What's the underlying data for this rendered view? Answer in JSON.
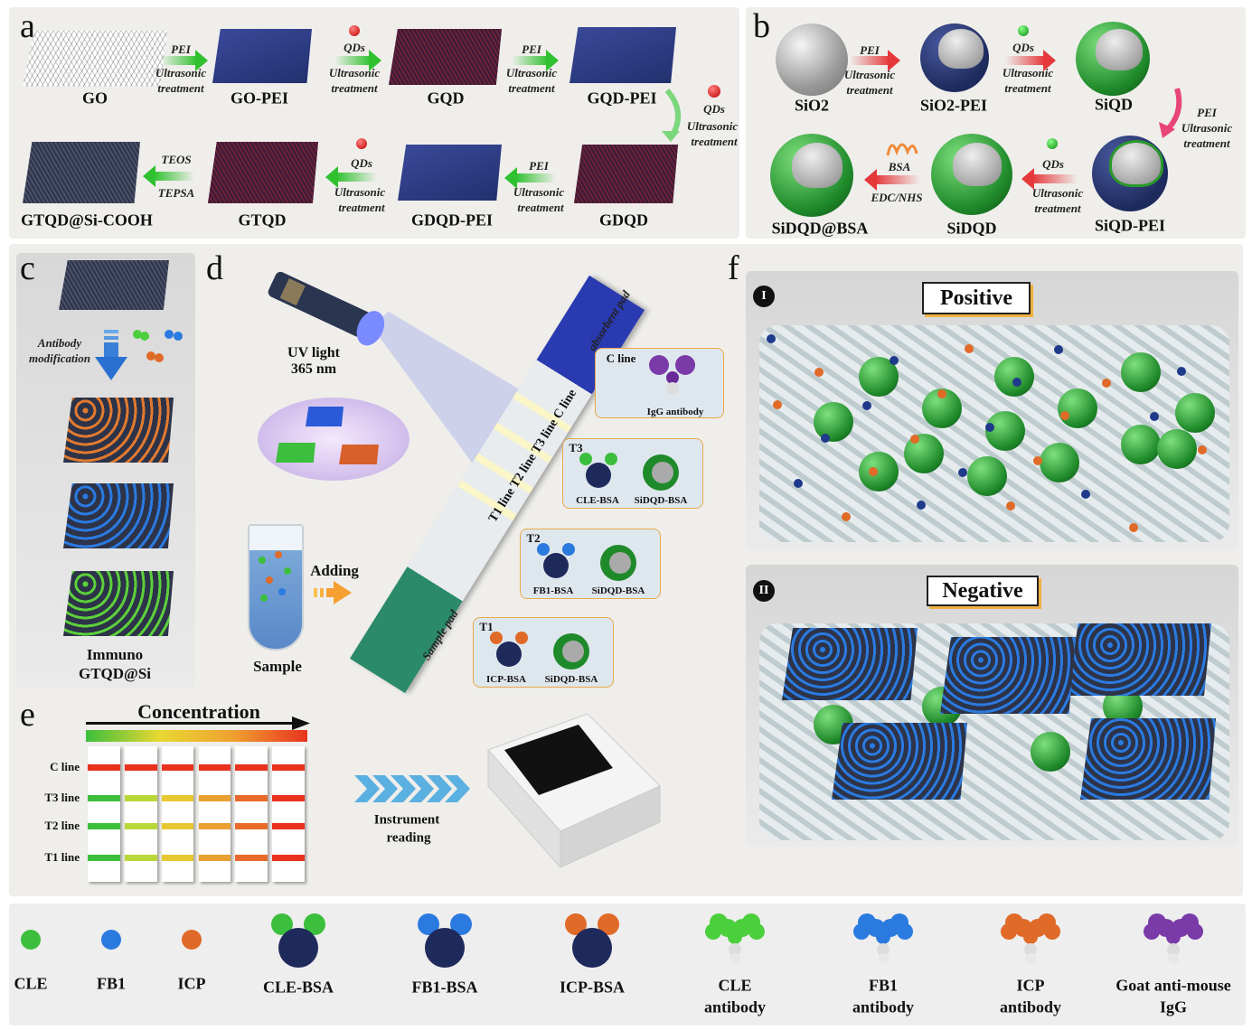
{
  "panel_a": {
    "letter": "a",
    "row1": [
      "GO",
      "GO-PEI",
      "GQD",
      "GQD-PEI"
    ],
    "row2": [
      "GTQD@Si-COOH",
      "GTQD",
      "GDQD-PEI",
      "GDQD"
    ],
    "step_pei": "PEI",
    "step_qds": "QDs",
    "ultrasonic": "Ultrasonic",
    "treatment": "treatment",
    "teos": "TEOS",
    "tepsa": "TEPSA"
  },
  "panel_b": {
    "letter": "b",
    "row1": [
      "SiO2",
      "SiO2-PEI",
      "SiQD"
    ],
    "row2": [
      "SiDQD@BSA",
      "SiDQD",
      "SiQD-PEI"
    ],
    "pei": "PEI",
    "qds": "QDs",
    "ultrasonic": "Ultrasonic",
    "treatment": "treatment",
    "bsa": "BSA",
    "edc": "EDC/NHS"
  },
  "panel_c": {
    "letter": "c",
    "step1": "Antibody",
    "step2": "modification",
    "label1": "Immuno",
    "label2": "GTQD@Si"
  },
  "panel_d": {
    "letter": "d",
    "uv1": "UV light",
    "uv2": "365 nm",
    "adding": "Adding",
    "sample": "Sample",
    "absorbent_pad": "absorbent pad",
    "sample_pad": "Sample pad",
    "strip_lines": "T1 line  T2 line  T3 line  C line",
    "c_box": {
      "title": "C line",
      "item": "IgG antibody"
    },
    "t3_box": {
      "title": "T3",
      "a": "CLE-BSA",
      "b": "SiDQD-BSA"
    },
    "t2_box": {
      "title": "T2",
      "a": "FB1-BSA",
      "b": "SiDQD-BSA"
    },
    "t1_box": {
      "title": "T1",
      "a": "ICP-BSA",
      "b": "SiDQD-BSA"
    }
  },
  "panel_e": {
    "letter": "e",
    "title": "Concentration",
    "rows": [
      "C line",
      "T3 line",
      "T2 line",
      "T1 line"
    ],
    "reading1": "Instrument",
    "reading2": "reading",
    "colors": {
      "c": [
        "#e8321e",
        "#e8321e",
        "#e8321e",
        "#e8321e",
        "#e8321e",
        "#e8321e"
      ],
      "t": [
        "#3cbf3c",
        "#b8d83a",
        "#e8c832",
        "#eaa030",
        "#ea6a2a",
        "#e8321e"
      ]
    }
  },
  "panel_f": {
    "letter": "f",
    "roman1": "I",
    "roman2": "II",
    "positive": "Positive",
    "negative": "Negative"
  },
  "legend": [
    {
      "label": "CLE",
      "color": "#3cbf3c"
    },
    {
      "label": "FB1",
      "color": "#2a7ae0"
    },
    {
      "label": "ICP",
      "color": "#e06a28"
    },
    {
      "label": "CLE-BSA",
      "color": "#3cbf3c"
    },
    {
      "label": "FB1-BSA",
      "color": "#2a7ae0"
    },
    {
      "label": "ICP-BSA",
      "color": "#e06a28"
    },
    {
      "label": "CLE",
      "label2": "antibody",
      "color": "#4ccf3c"
    },
    {
      "label": "FB1",
      "label2": "antibody",
      "color": "#2a7ae0"
    },
    {
      "label": "ICP",
      "label2": "antibody",
      "color": "#e06a28"
    },
    {
      "label": "Goat anti-mouse",
      "label2": "IgG",
      "color": "#7a3aa8"
    }
  ]
}
